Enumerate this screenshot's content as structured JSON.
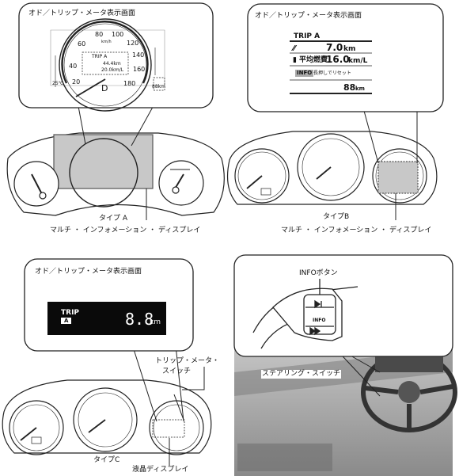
{
  "panels": {
    "type_a": {
      "callout_title": "オド／トリップ・メータ表示画面",
      "speed_ticks": [
        "20",
        "40",
        "60",
        "80",
        "100",
        "120",
        "140",
        "160",
        "180"
      ],
      "speed_unit": "km/h",
      "gear": "D",
      "trip_label": "TRIP A",
      "trip_distance": "44.4km",
      "trip_economy": "20.0km/L",
      "outside_temp": "25℃",
      "odometer": "88km",
      "caption": "タイプ A",
      "display_label": "マルチ ・ インフォメーション ・ ディスプレイ"
    },
    "type_b": {
      "callout_title": "オド／トリップ・メータ表示画面",
      "trip_label": "TRIP A",
      "trip_distance_value": "7.0",
      "trip_distance_unit": "km",
      "avg_economy_label": "平均燃費",
      "avg_economy_value": "16.0",
      "avg_economy_unit": "km/L",
      "info_badge": "INFO",
      "info_hint": "長押しでリセット",
      "odometer_value": "88",
      "odometer_unit": "km",
      "caption": "タイプB",
      "display_label": "マルチ ・ インフォメーション ・ ディスプレイ"
    },
    "type_c": {
      "callout_title": "オド／トリップ・メータ表示画面",
      "trip_label": "TRIP",
      "trip_letter": "A",
      "trip_value": "8.8",
      "trip_unit": "km",
      "switch_label_line1": "トリップ・メータ・",
      "switch_label_line2": "スイッチ",
      "caption": "タイプC",
      "display_label": "液晶ディスプレイ"
    },
    "steering": {
      "info_button_label": "INFOボタン",
      "info_button_text": "INFO",
      "switch_label": "ステアリング・スイッチ"
    }
  },
  "colors": {
    "line": "#222222",
    "lcd_bg": "#0a0a0a",
    "lcd_text": "#ffffff",
    "screen_fill": "#c8c8c8",
    "photo_gray": "#9a9a9a"
  }
}
